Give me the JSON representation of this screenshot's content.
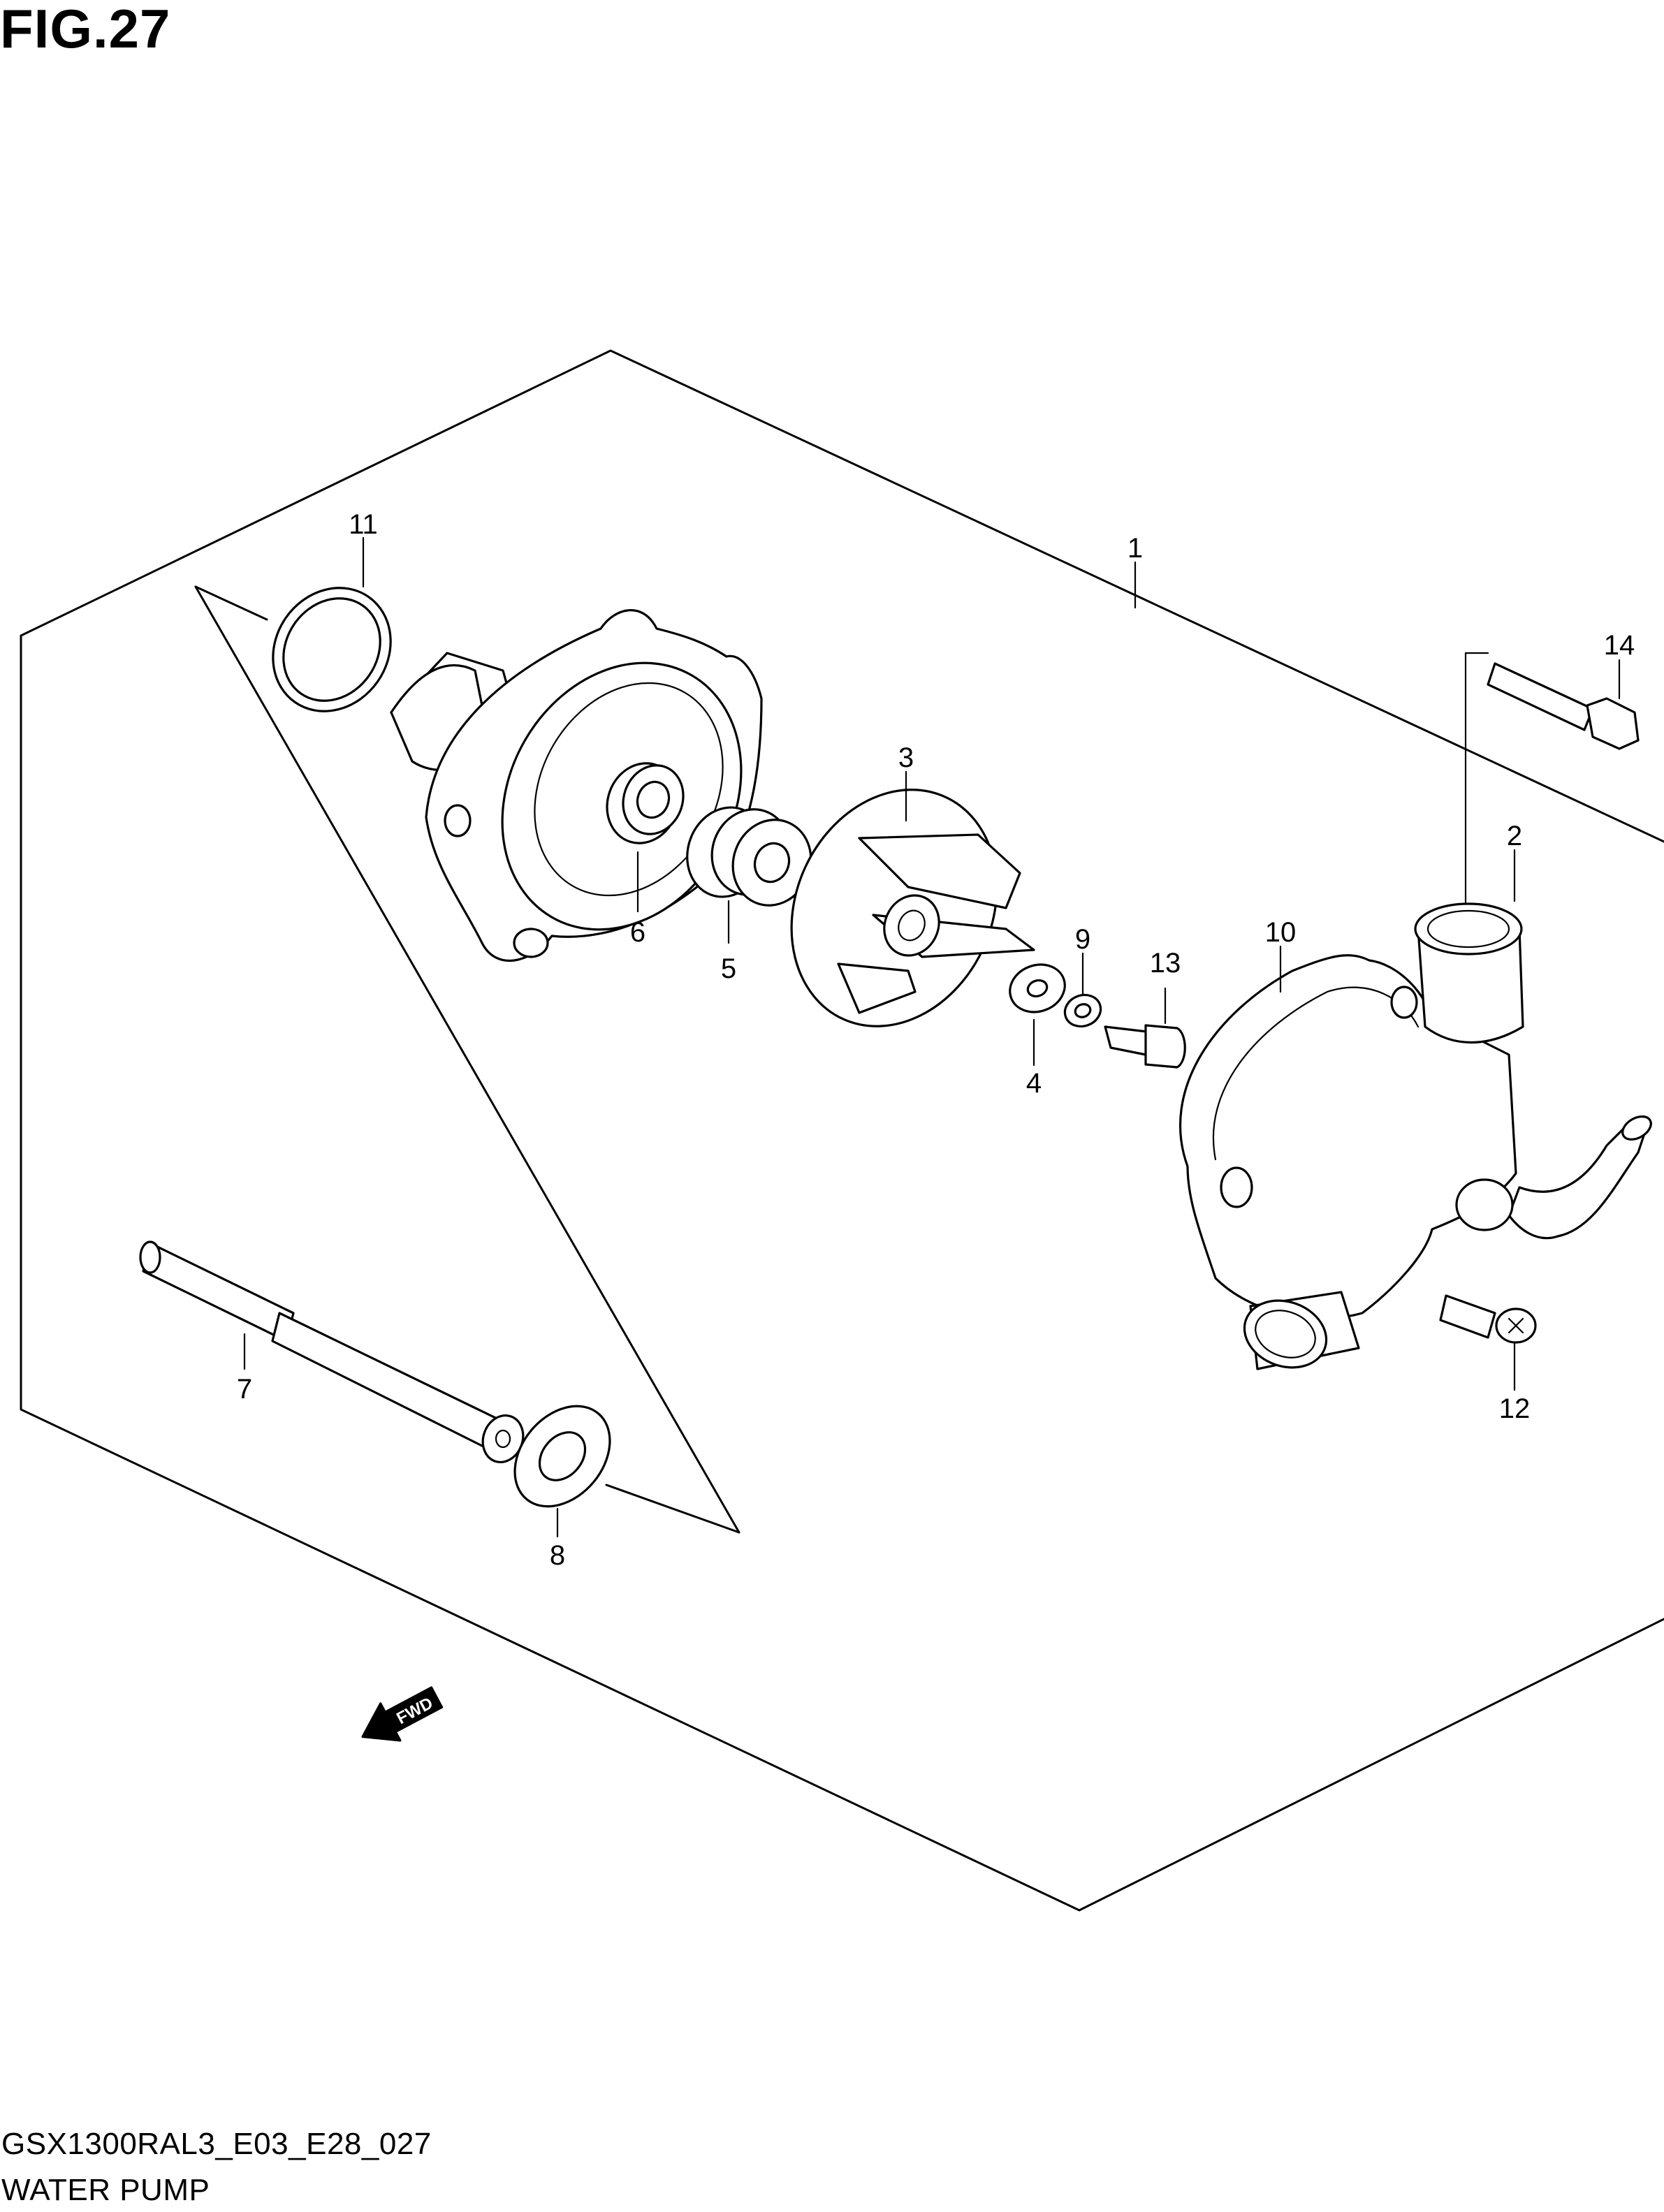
{
  "figure": {
    "title": "FIG.27",
    "footer_code": "GSX1300RAL3_E03_E28_027",
    "footer_name": "WATER PUMP"
  },
  "callouts": [
    "1",
    "2",
    "3",
    "4",
    "5",
    "6",
    "7",
    "8",
    "9",
    "10",
    "11",
    "12",
    "13",
    "14"
  ],
  "direction_arrow": {
    "label": "FWD",
    "icon": "fwd-arrow-icon"
  },
  "parts": [
    {
      "ref": "1",
      "icon": "water-pump-assembly-outline"
    },
    {
      "ref": "2",
      "icon": "outlet-pipe-icon"
    },
    {
      "ref": "3",
      "icon": "impeller-icon"
    },
    {
      "ref": "4",
      "icon": "washer-icon"
    },
    {
      "ref": "5",
      "icon": "mechanical-seal-icon"
    },
    {
      "ref": "6",
      "icon": "oil-seal-icon"
    },
    {
      "ref": "7",
      "icon": "pump-shaft-icon"
    },
    {
      "ref": "8",
      "icon": "washer-icon"
    },
    {
      "ref": "9",
      "icon": "washer-icon"
    },
    {
      "ref": "10",
      "icon": "pump-cover-icon"
    },
    {
      "ref": "11",
      "icon": "o-ring-icon"
    },
    {
      "ref": "12",
      "icon": "screw-icon"
    },
    {
      "ref": "13",
      "icon": "impeller-bolt-icon"
    },
    {
      "ref": "14",
      "icon": "bolt-icon"
    }
  ]
}
